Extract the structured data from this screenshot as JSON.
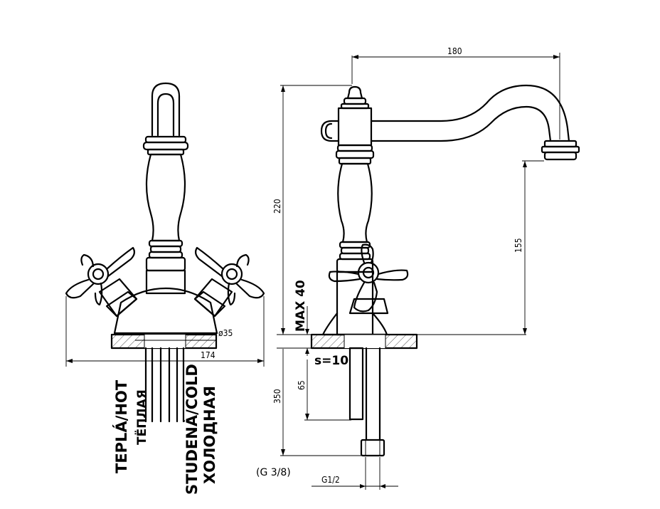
{
  "dimensions": {
    "width_total": "180",
    "height_total": "220",
    "spout_height": "155",
    "base_width": "174",
    "hole_diameter": "ø35",
    "max_thickness": "MAX 40",
    "plate_thickness": "s=10",
    "shank_length": "65",
    "hose_length": "350",
    "thread_main": "(G 3/8)",
    "thread_outlet": "G1/2"
  },
  "labels": {
    "hot_cz": "TEPLÁ/HOT",
    "hot_ru": "ТЁПЛАЯ",
    "cold_cz": "STUDENÁ/COLD",
    "cold_ru": "ХОЛОДНАЯ"
  }
}
